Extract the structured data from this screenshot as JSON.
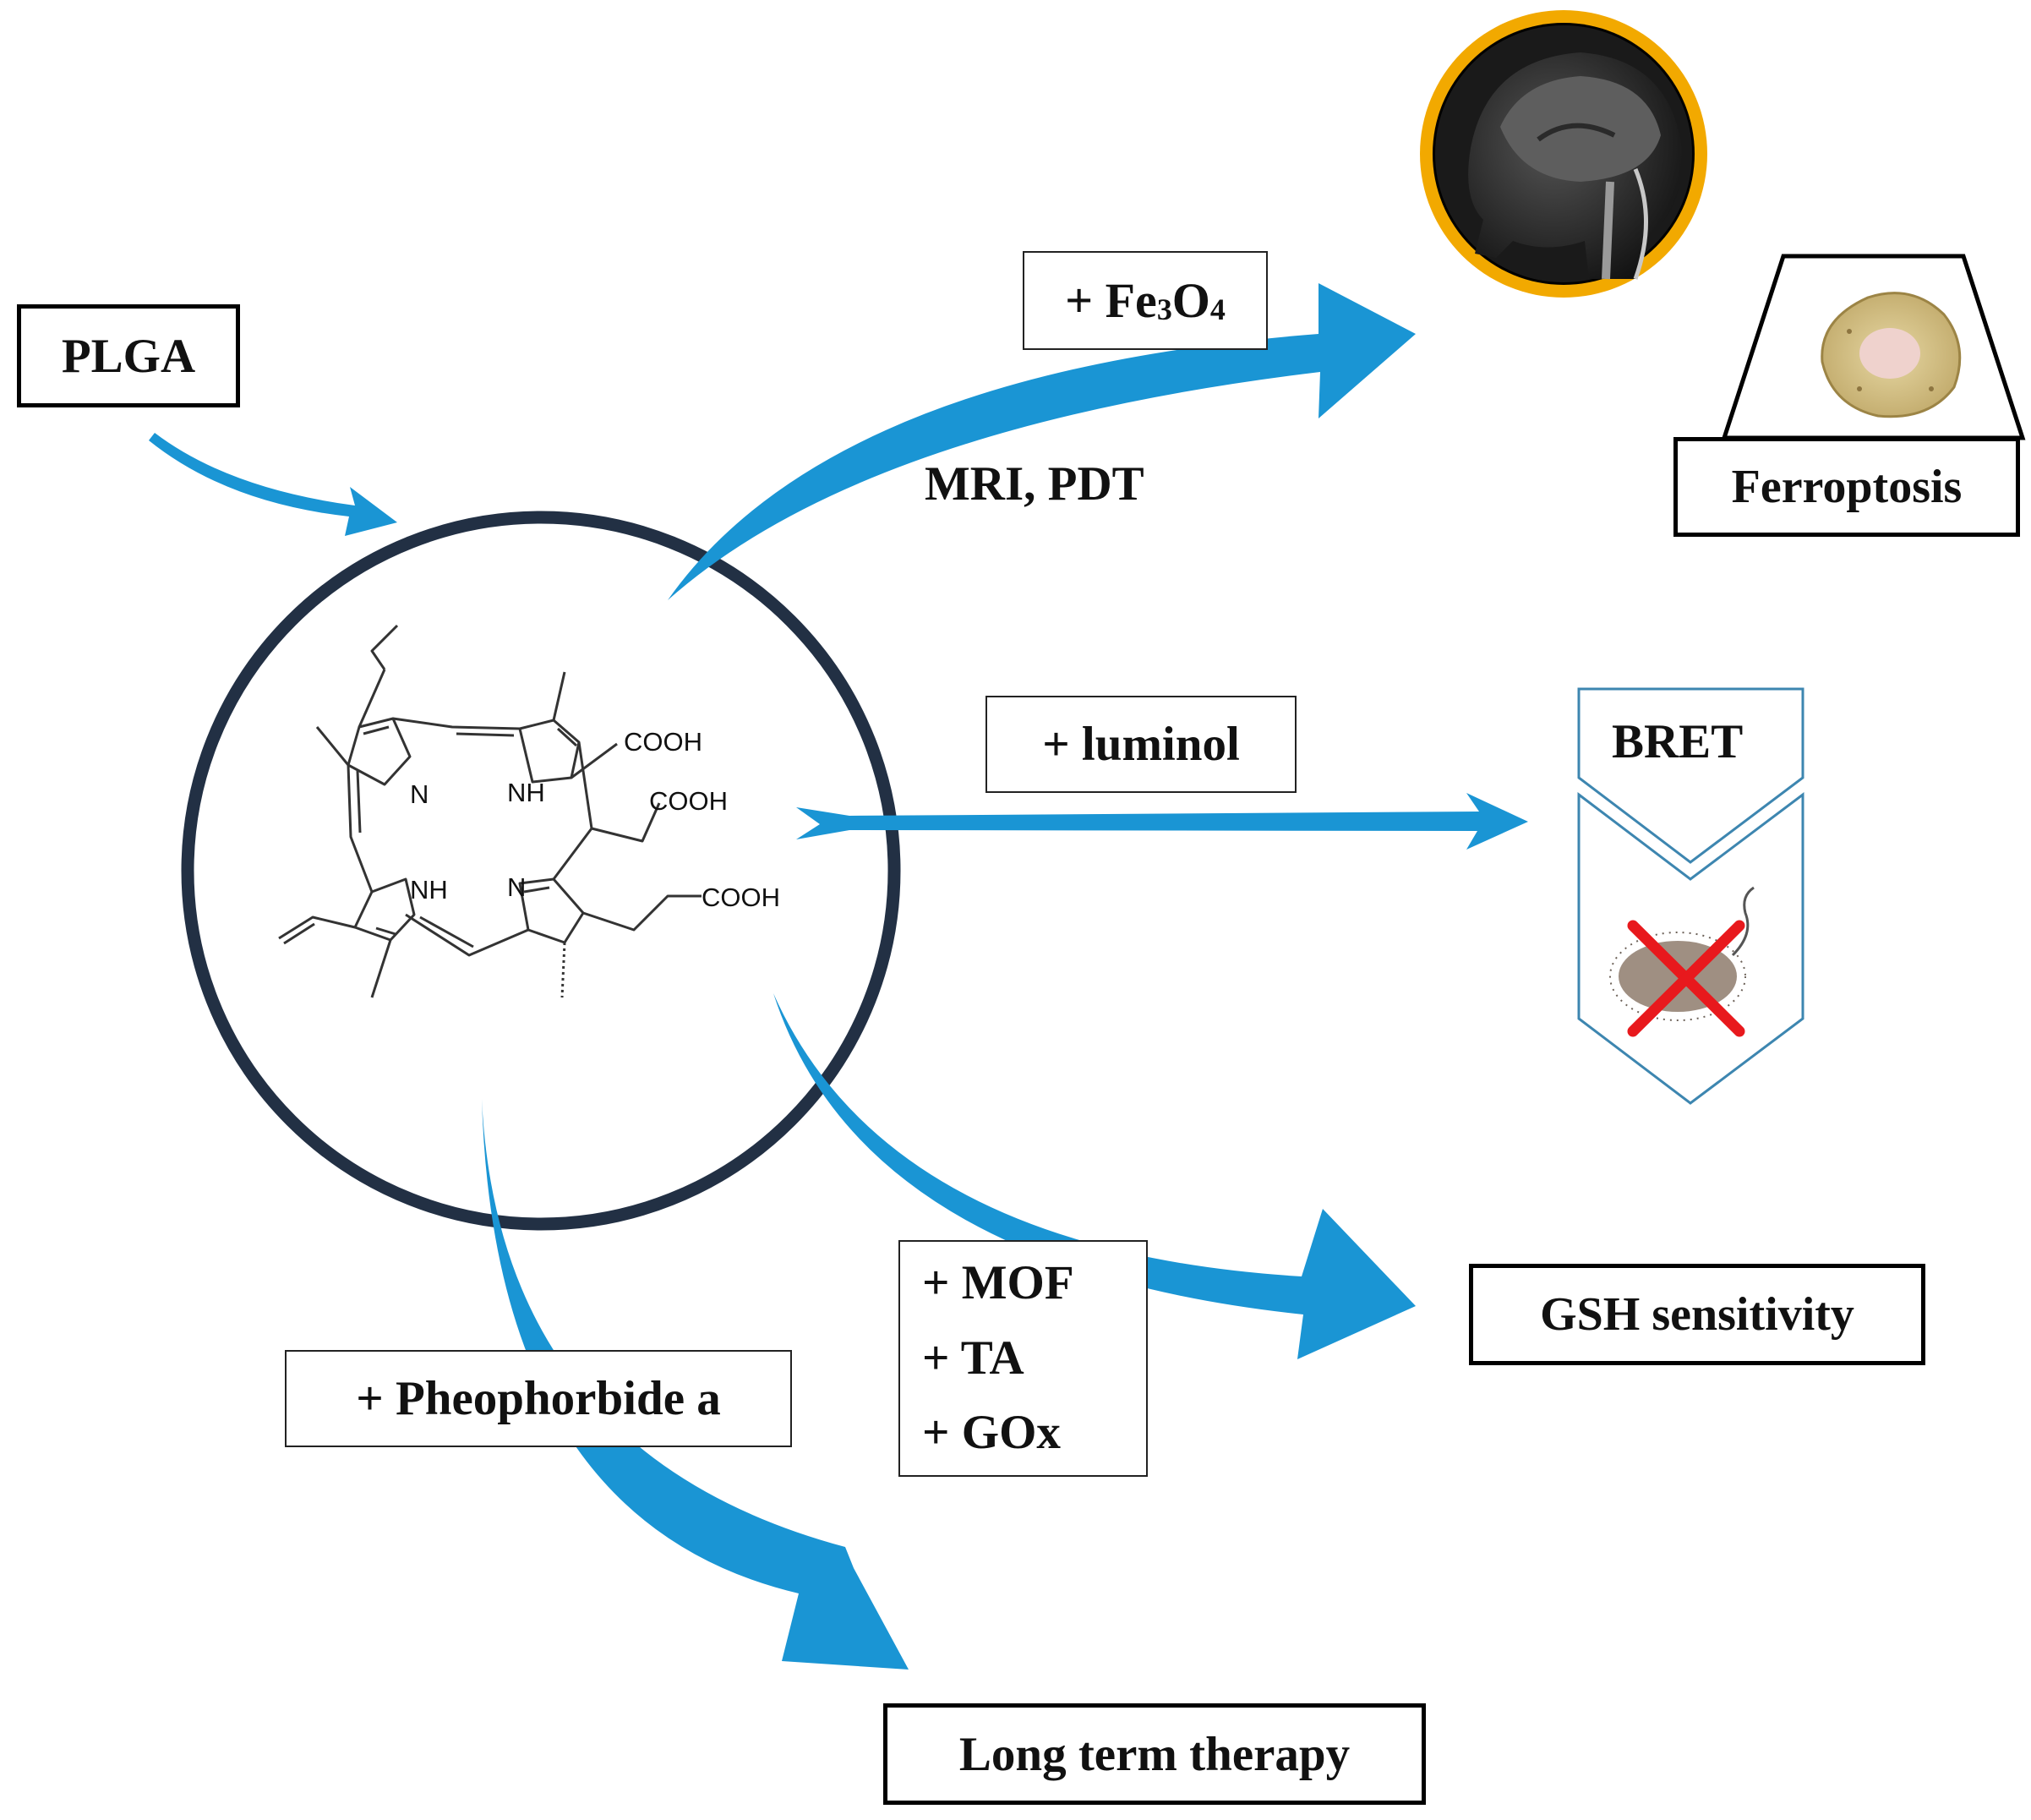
{
  "inputs": {
    "plga": "PLGA"
  },
  "molecule": {
    "labels": {
      "n_top": "N",
      "nh_top": "NH",
      "nh_bottom": "NH",
      "n_bottom": "N",
      "cooh_1": "COOH",
      "cooh_2": "COOH",
      "cooh_3": "COOH"
    }
  },
  "pathways": {
    "fe3o4": {
      "label_prefix": "+ Fe",
      "sub1": "3",
      "mid": "O",
      "sub2": "4",
      "effect": "MRI, PDT",
      "outcome": "Ferroptosis"
    },
    "luminol": {
      "label": "+ luminol",
      "outcome": "BRET"
    },
    "mof": {
      "items": [
        "+ MOF",
        "+ TA",
        "+ GOx"
      ],
      "outcome": "GSH sensitivity"
    },
    "pheophorbide": {
      "label": "+ Pheophorbide a",
      "outcome": "Long term therapy"
    }
  },
  "colors": {
    "arrow": "#1a95d4",
    "ring": "#223044",
    "mri_ring": "#f2a900",
    "cross": "#e8191d"
  },
  "icons": {
    "mri": "brain-mri-icon",
    "cell": "ferroptosis-cell-icon",
    "bacteria": "bacteria-icon",
    "cross": "cross-icon"
  }
}
